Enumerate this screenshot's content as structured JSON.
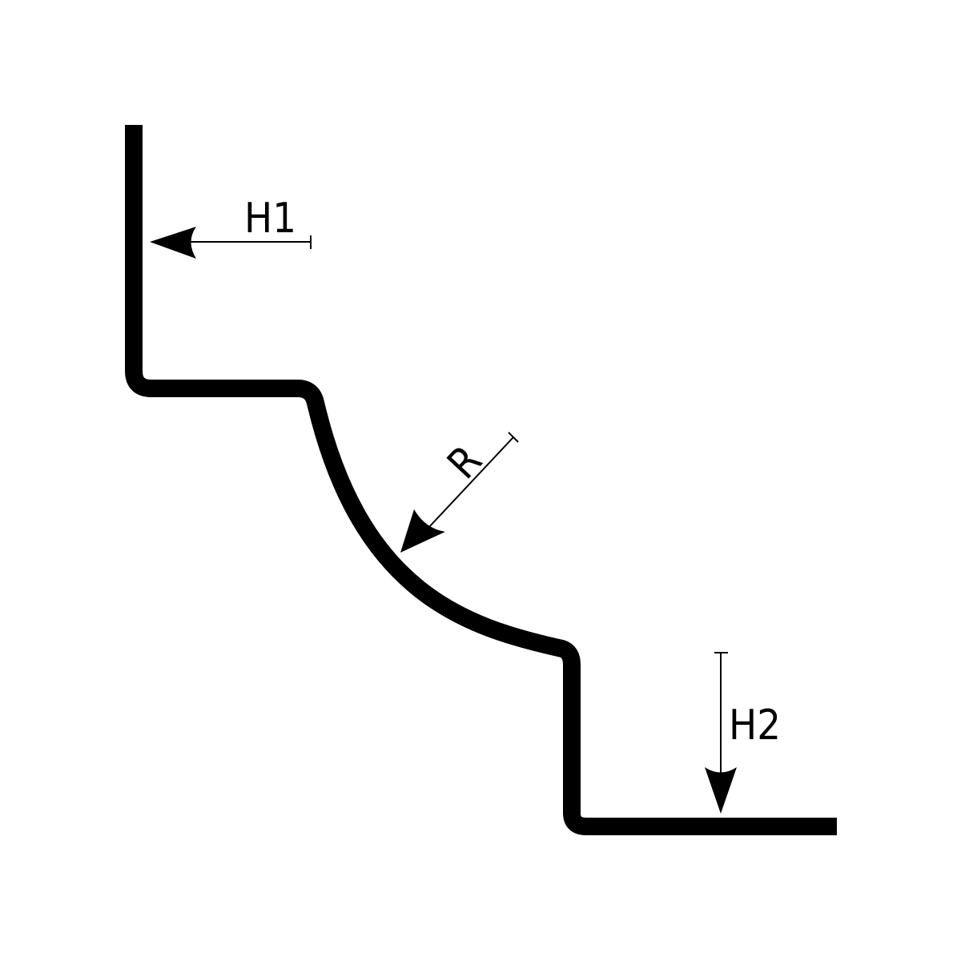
{
  "diagram": {
    "labels": {
      "h1": "H1",
      "r": "R",
      "h2": "H2"
    },
    "colors": {
      "stroke": "#000000",
      "background": "#ffffff"
    }
  }
}
